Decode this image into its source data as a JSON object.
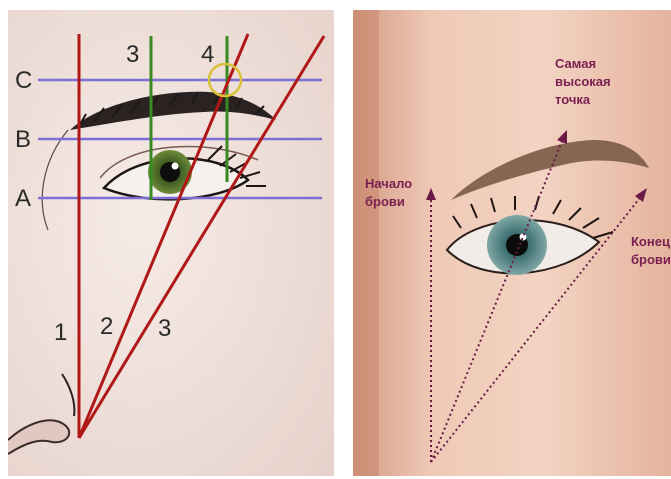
{
  "left": {
    "letters": [
      "C",
      "B",
      "A"
    ],
    "top_numbers": [
      "3",
      "4"
    ],
    "bottom_numbers": [
      "1",
      "2",
      "3"
    ],
    "colors": {
      "horizontal_line": "#7c6fd6",
      "green_line": "#3a8a24",
      "red_line": "#b01818",
      "highlight_circle": "#d8c23a"
    }
  },
  "right": {
    "label_start": [
      "Начало",
      "брови"
    ],
    "label_peak": [
      "Самая",
      "высокая",
      "точка"
    ],
    "label_end": [
      "Конец",
      "брови"
    ],
    "colors": {
      "text": "#7a1f4f",
      "dotted_line": "#6a1a44"
    }
  }
}
